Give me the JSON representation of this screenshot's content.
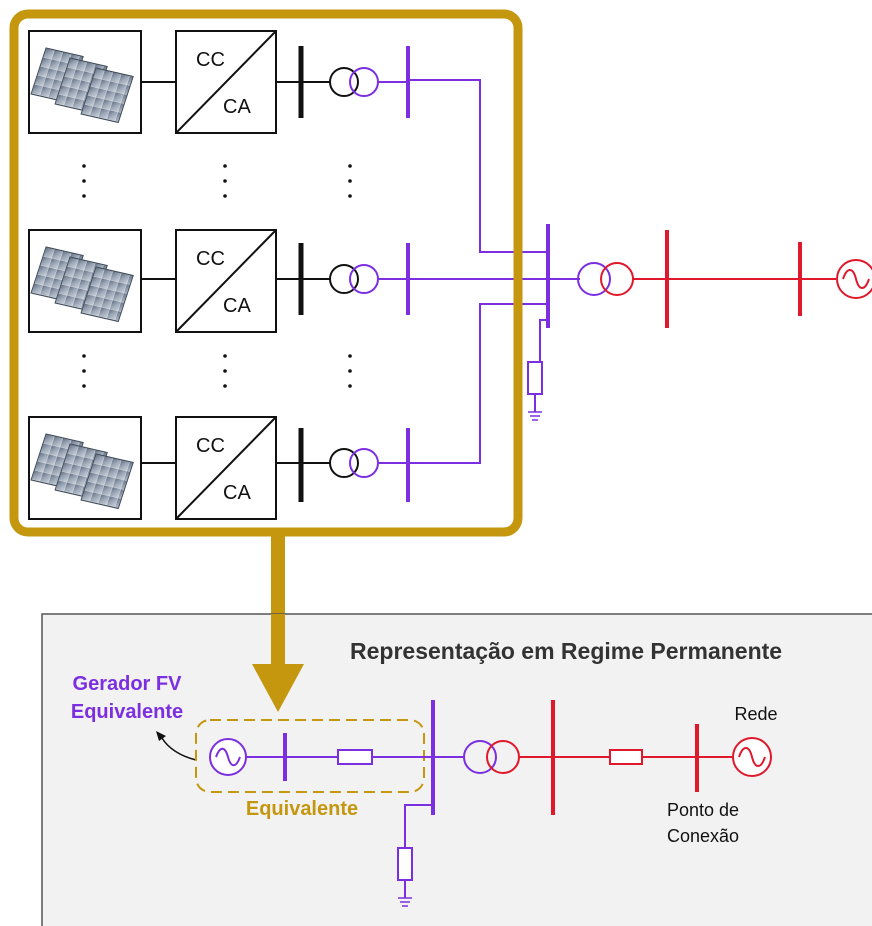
{
  "converter_labels": {
    "dc": "CC",
    "ac": "CA"
  },
  "bottom_panel": {
    "title": "Representação em Regime Permanente",
    "generator_label_line1": "Gerador FV",
    "generator_label_line2": "Equivalente",
    "equivalent_label": "Equivalente",
    "grid_label": "Rede",
    "connection_point_line1": "Ponto de",
    "connection_point_line2": "Conexão"
  },
  "colors": {
    "gold": "#C5970E",
    "purple": "#7B2FE0",
    "red": "#E0182B",
    "black": "#111111",
    "panel_bg": "#F2F2F2",
    "panel_border": "#555555"
  }
}
